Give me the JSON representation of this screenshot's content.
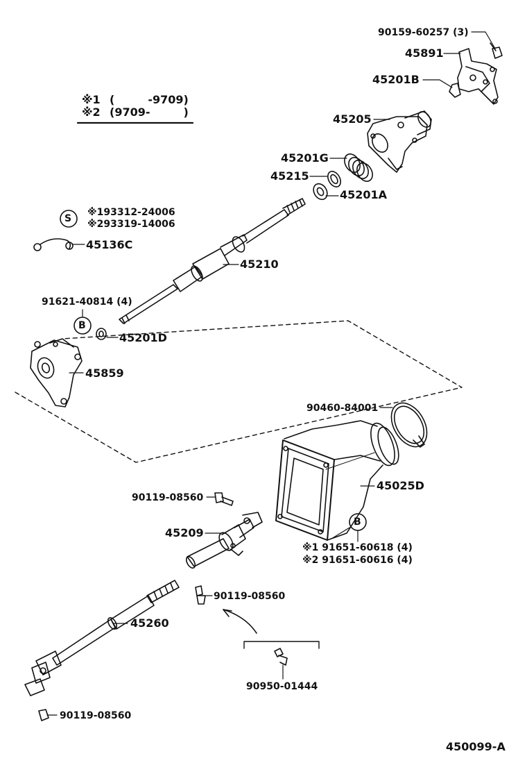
{
  "legend": {
    "mark1": "※1",
    "range1": "(　　　-9709)",
    "mark2": "※2",
    "range2": "(9709-　　　)"
  },
  "callouts": {
    "p90159": "90159-60257 (3)",
    "p45891": "45891",
    "p45201B": "45201B",
    "p45205": "45205",
    "p45201G": "45201G",
    "p45215": "45215",
    "p45201A": "45201A",
    "s_symbol": "S",
    "s_ref1": "※193312-24006",
    "s_ref2": "※293319-14006",
    "p45136C": "45136C",
    "p45210": "45210",
    "p91621": "91621-40814 (4)",
    "b_symbol_1": "B",
    "p45201D": "45201D",
    "p45859": "45859",
    "p90460": "90460-84001",
    "p45025D": "45025D",
    "p90119_a": "90119-08560",
    "p45209": "45209",
    "b_symbol_2": "B",
    "b_ref1": "※1 91651-60618 (4)",
    "b_ref2": "※2 91651-60616 (4)",
    "p90119_b": "90119-08560",
    "p45260": "45260",
    "p90950": "90950-01444",
    "p90119_c": "90119-08560"
  },
  "drawing_number": "450099-A"
}
